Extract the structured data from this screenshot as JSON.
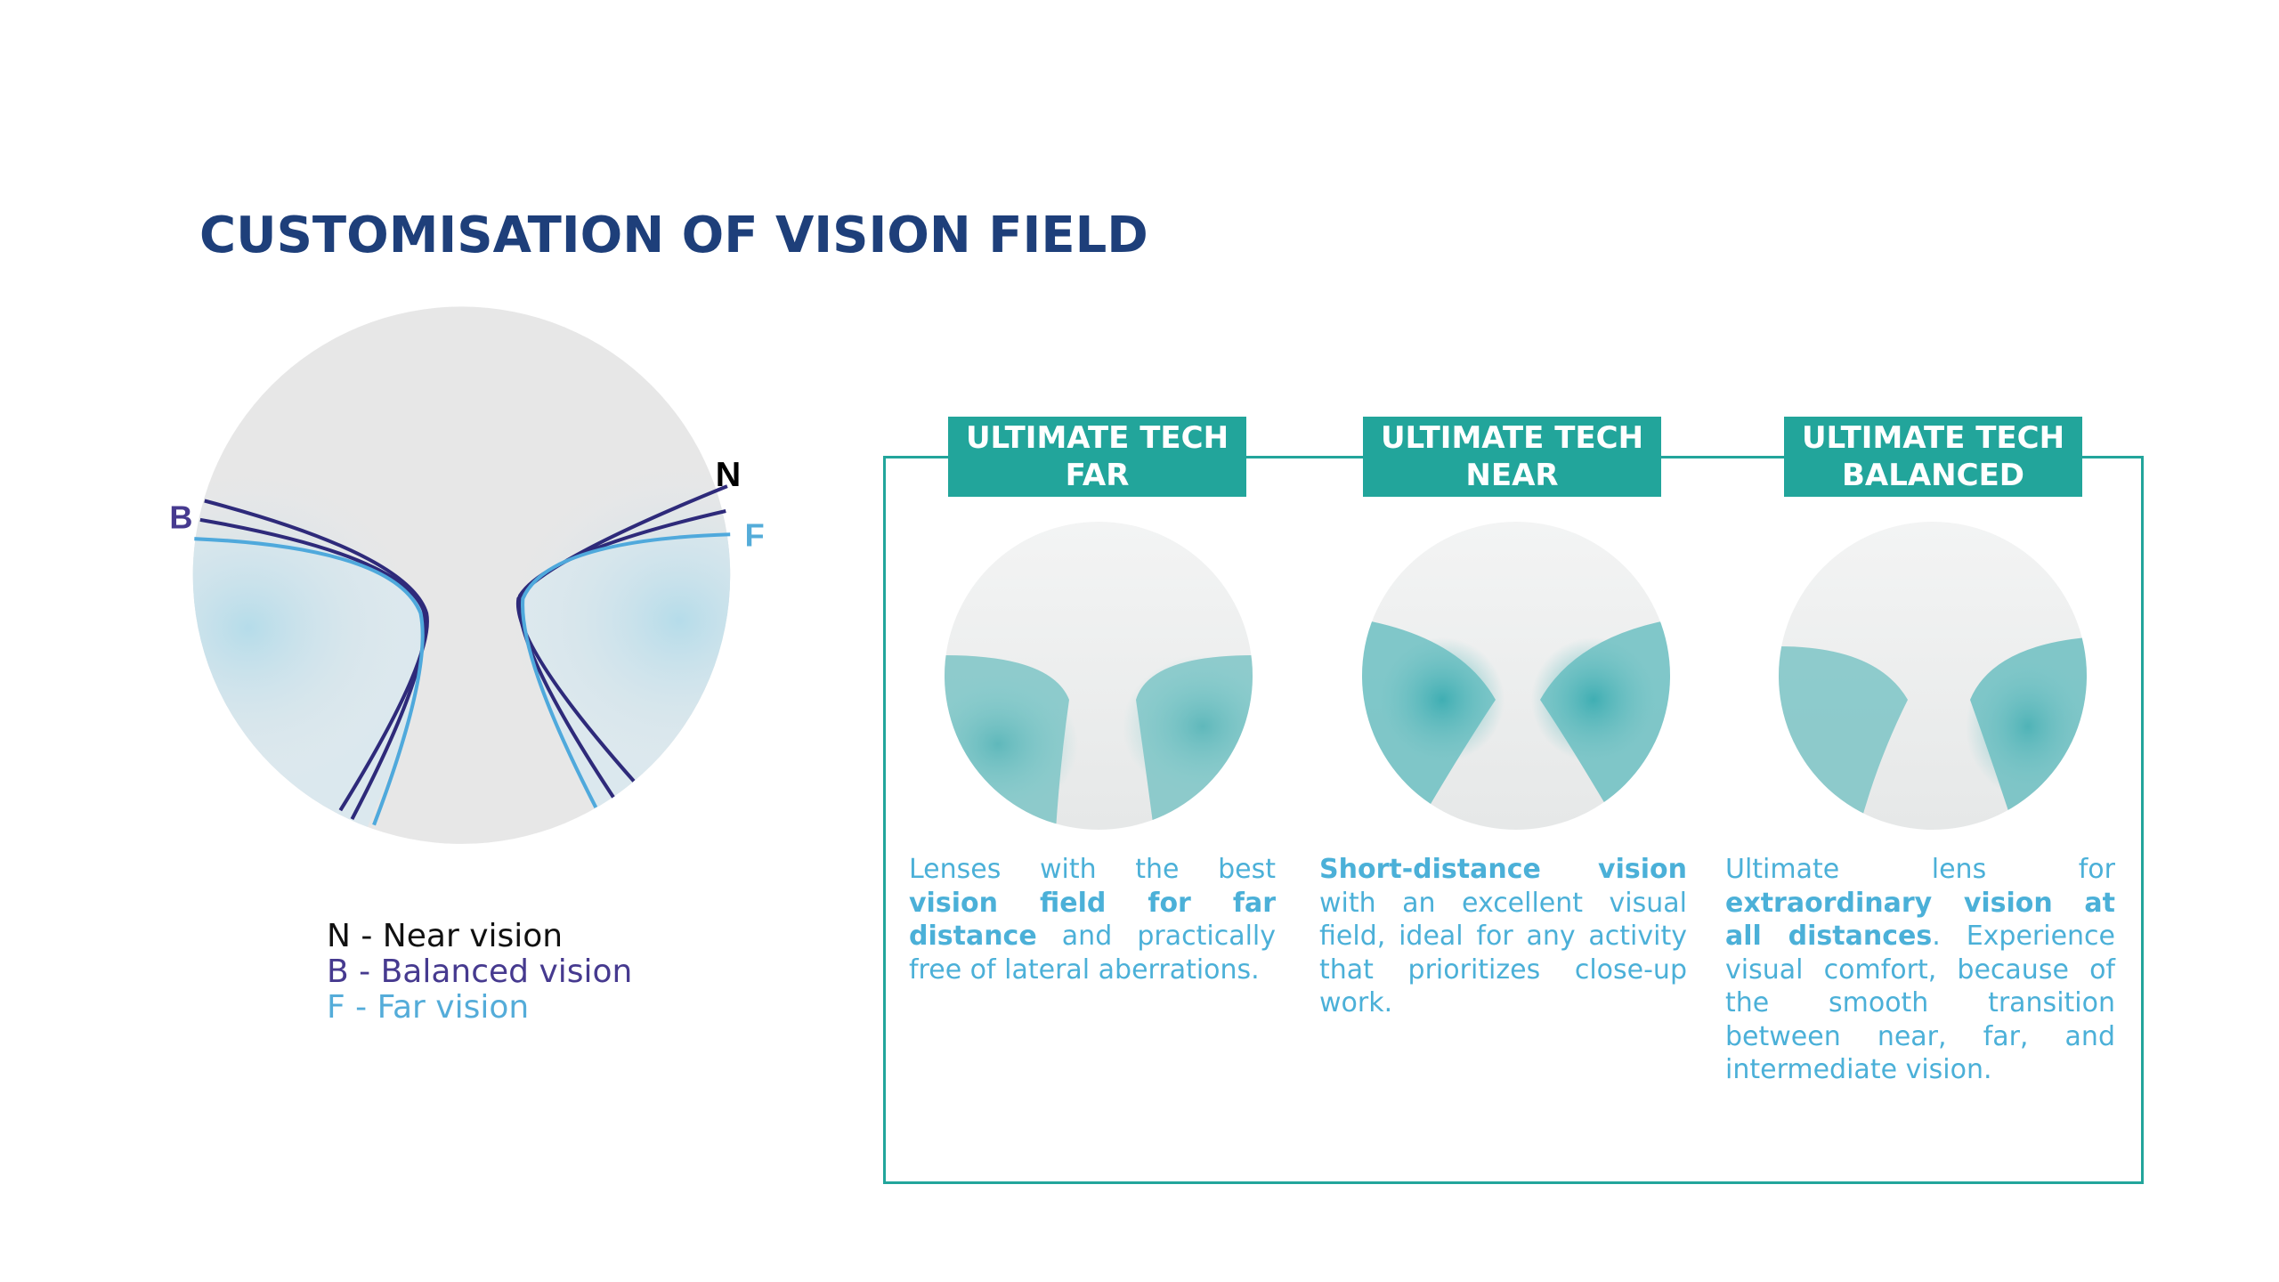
{
  "title": "CUSTOMISATION OF VISION FIELD",
  "diagram": {
    "labels": {
      "near": "N",
      "balanced": "B",
      "far": "F"
    },
    "colors": {
      "near": "#000000",
      "balanced": "#463a8f",
      "far": "#54acd9",
      "lines_dark": "#2e2a7a"
    }
  },
  "legend": [
    {
      "text": "N - Near vision",
      "color": "#111111"
    },
    {
      "text": "B - Balanced vision",
      "color": "#463a8f"
    },
    {
      "text": "F - Far vision",
      "color": "#54acd9"
    }
  ],
  "products": [
    {
      "line1": "ULTIMATE TECH",
      "line2": "FAR",
      "desc": [
        {
          "t": "Lenses with the best ",
          "b": false
        },
        {
          "t": "vision field for far distance",
          "b": true
        },
        {
          "t": " and practically free of lateral aberrations.",
          "b": false
        }
      ]
    },
    {
      "line1": "ULTIMATE TECH",
      "line2": "NEAR",
      "desc": [
        {
          "t": "Short-distance vision",
          "b": true
        },
        {
          "t": " with an excellent visual field, ideal for any activity that prioritizes close-up work.",
          "b": false
        }
      ]
    },
    {
      "line1": "ULTIMATE TECH",
      "line2": "BALANCED",
      "desc": [
        {
          "t": "Ultimate lens for ",
          "b": false
        },
        {
          "t": "extraordinary vision at all distances",
          "b": true
        },
        {
          "t": ". Experience visual comfort, because of the smooth transition between near, far, and intermediate vision.",
          "b": false
        }
      ]
    }
  ],
  "colors": {
    "title": "#1e3f7a",
    "teal": "#22a59b",
    "text": "#4bb0d8"
  }
}
